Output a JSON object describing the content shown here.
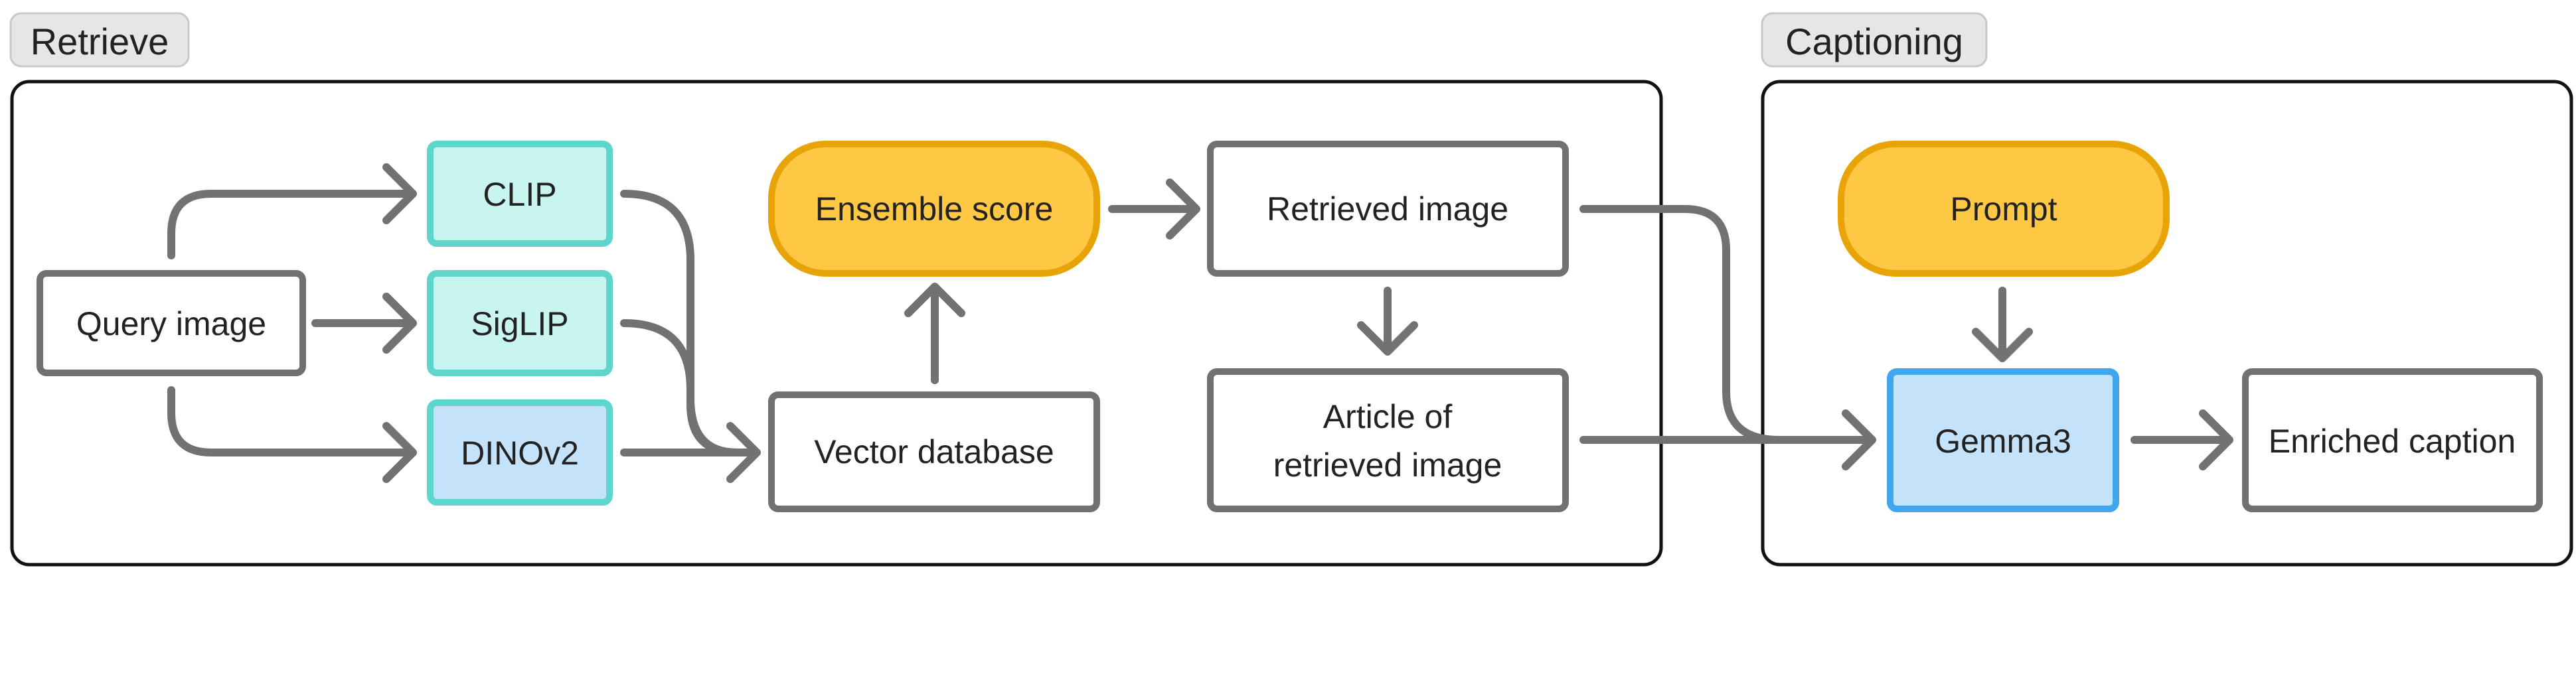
{
  "sections": {
    "retrieve": {
      "label": "Retrieve"
    },
    "captioning": {
      "label": "Captioning"
    }
  },
  "nodes": {
    "query_image": {
      "label": "Query image"
    },
    "clip": {
      "label": "CLIP"
    },
    "siglip": {
      "label": "SigLIP"
    },
    "dinov2": {
      "label": "DINOv2"
    },
    "ensemble_score": {
      "label": "Ensemble score"
    },
    "vector_database": {
      "label": "Vector database"
    },
    "retrieved_image": {
      "label": "Retrieved image"
    },
    "article": {
      "line1": "Article of",
      "line2": "retrieved image"
    },
    "prompt": {
      "label": "Prompt"
    },
    "gemma3": {
      "label": "Gemma3"
    },
    "enriched_caption": {
      "label": "Enriched caption"
    }
  },
  "colors": {
    "model_fill": "#c9f5f1",
    "model_stroke": "#5ed6cc",
    "dino_fill": "#c4e3fb",
    "score_fill": "#fec845",
    "score_stroke": "#e8a406",
    "gemma_fill": "#c4e3fb",
    "gemma_stroke": "#41a6ee",
    "arrow": "#727272",
    "box_stroke": "#717171",
    "frame_stroke": "#111111"
  }
}
